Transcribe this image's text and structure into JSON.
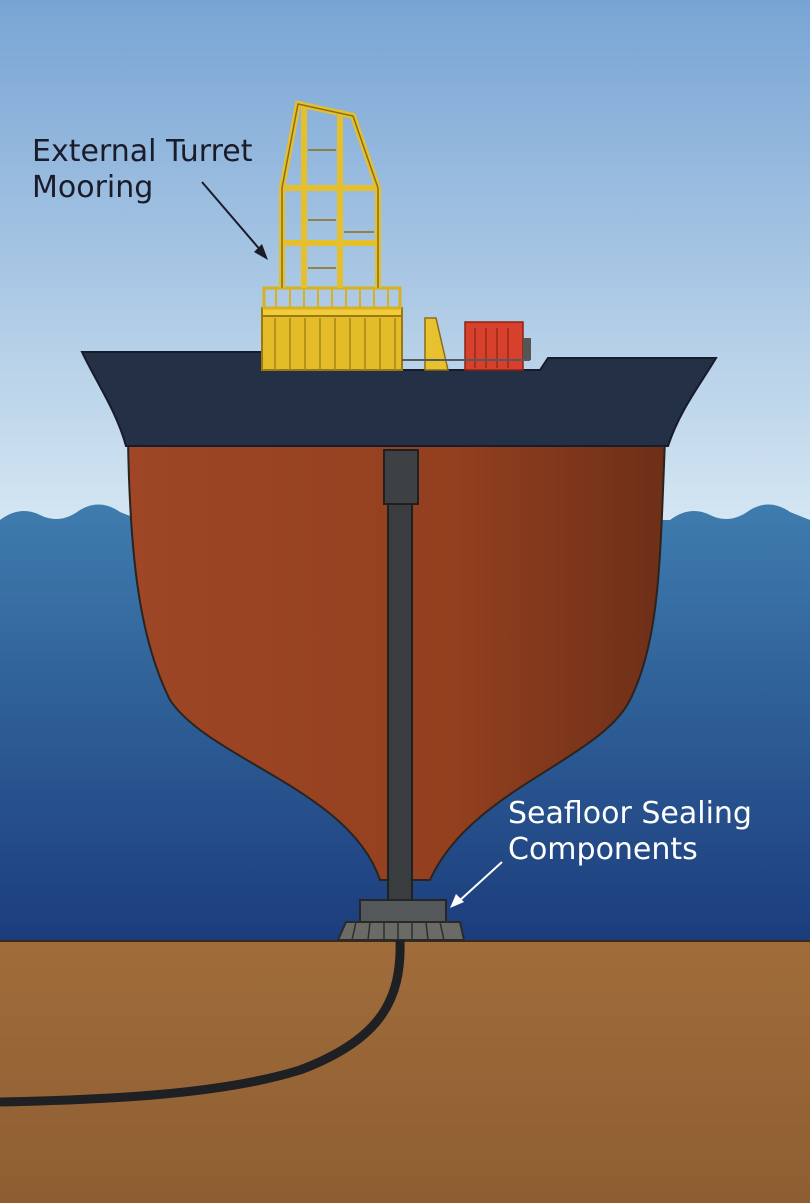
{
  "diagram": {
    "type": "illustration",
    "subject": "Ship hull with external turret mooring and seafloor sealing components",
    "labels": [
      {
        "id": "external_turret",
        "line1": "External Turret",
        "line2": "Mooring"
      },
      {
        "id": "seafloor_sealing",
        "line1": "Seafloor Sealing",
        "line2": "Components"
      }
    ]
  },
  "colors": {
    "sky_top": "#7fa9d6",
    "sky_bottom": "#cfe2f0",
    "water_top": "#3c78a8",
    "water_bottom": "#1c3e7e",
    "seabed": "#9a6838",
    "hull_red": "#9c4424",
    "deck_dark": "#243046",
    "turret_yellow": "#e8c22e",
    "container_red": "#d6402c",
    "riser_dark": "#3a3d40"
  }
}
